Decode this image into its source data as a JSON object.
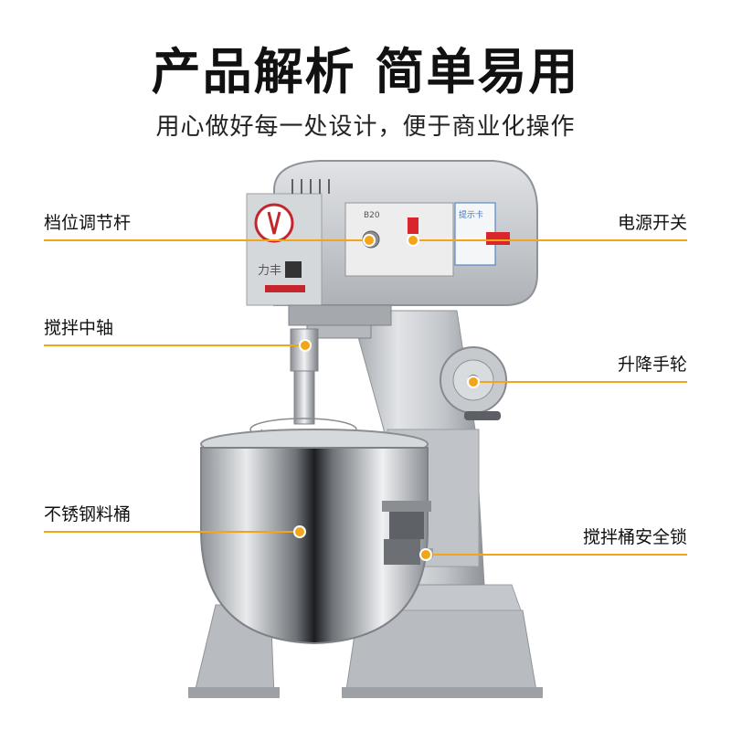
{
  "header": {
    "title": "产品解析 简单易用",
    "subtitle": "用心做好每一处设计，便于商业化操作"
  },
  "callouts": {
    "gear_lever": "档位调节杆",
    "mixing_shaft": "搅拌中轴",
    "steel_bowl": "不锈钢料桶",
    "power_switch": "电源开关",
    "lift_wheel": "升降手轮",
    "bowl_lock": "搅拌桶安全锁"
  },
  "machine": {
    "brand": "力丰",
    "model": "B20",
    "notice": "提示卡"
  },
  "colors": {
    "accent": "#f2a516",
    "body": "#c9ccd0",
    "switch": "#d8262c"
  }
}
